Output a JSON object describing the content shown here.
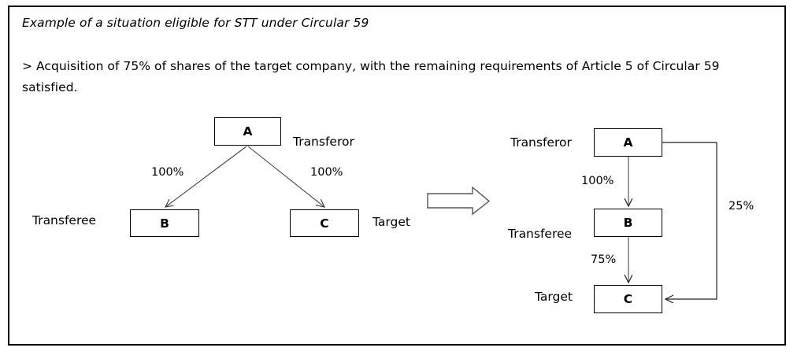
{
  "panel": {
    "title": "Example of a situation eligible for STT under Circular 59",
    "body": "> Acquisition of 75% of shares of the target company, with the remaining requirements of Article 5 of Circular 59 satisfied."
  },
  "diagram_before": {
    "nodes": [
      {
        "id": "A",
        "label": "A",
        "role": "Transferor"
      },
      {
        "id": "B",
        "label": "B",
        "role": "Transferee"
      },
      {
        "id": "C",
        "label": "C",
        "role": "Target"
      }
    ],
    "edges": [
      {
        "from": "A",
        "to": "B",
        "label": "100%"
      },
      {
        "from": "A",
        "to": "C",
        "label": "100%"
      }
    ]
  },
  "transition": {
    "icon": "block-arrow-right-icon"
  },
  "diagram_after": {
    "nodes": [
      {
        "id": "A",
        "label": "A",
        "role": "Transferor"
      },
      {
        "id": "B",
        "label": "B",
        "role": "Transferee"
      },
      {
        "id": "C",
        "label": "C",
        "role": "Target"
      }
    ],
    "edges": [
      {
        "from": "A",
        "to": "B",
        "label": "100%"
      },
      {
        "from": "B",
        "to": "C",
        "label": "75%"
      },
      {
        "from": "A",
        "to": "C",
        "label": "25%"
      }
    ]
  },
  "colors": {
    "stroke": "#000000",
    "edge_stroke": "#444444",
    "background": "#ffffff",
    "text": "#000000"
  }
}
